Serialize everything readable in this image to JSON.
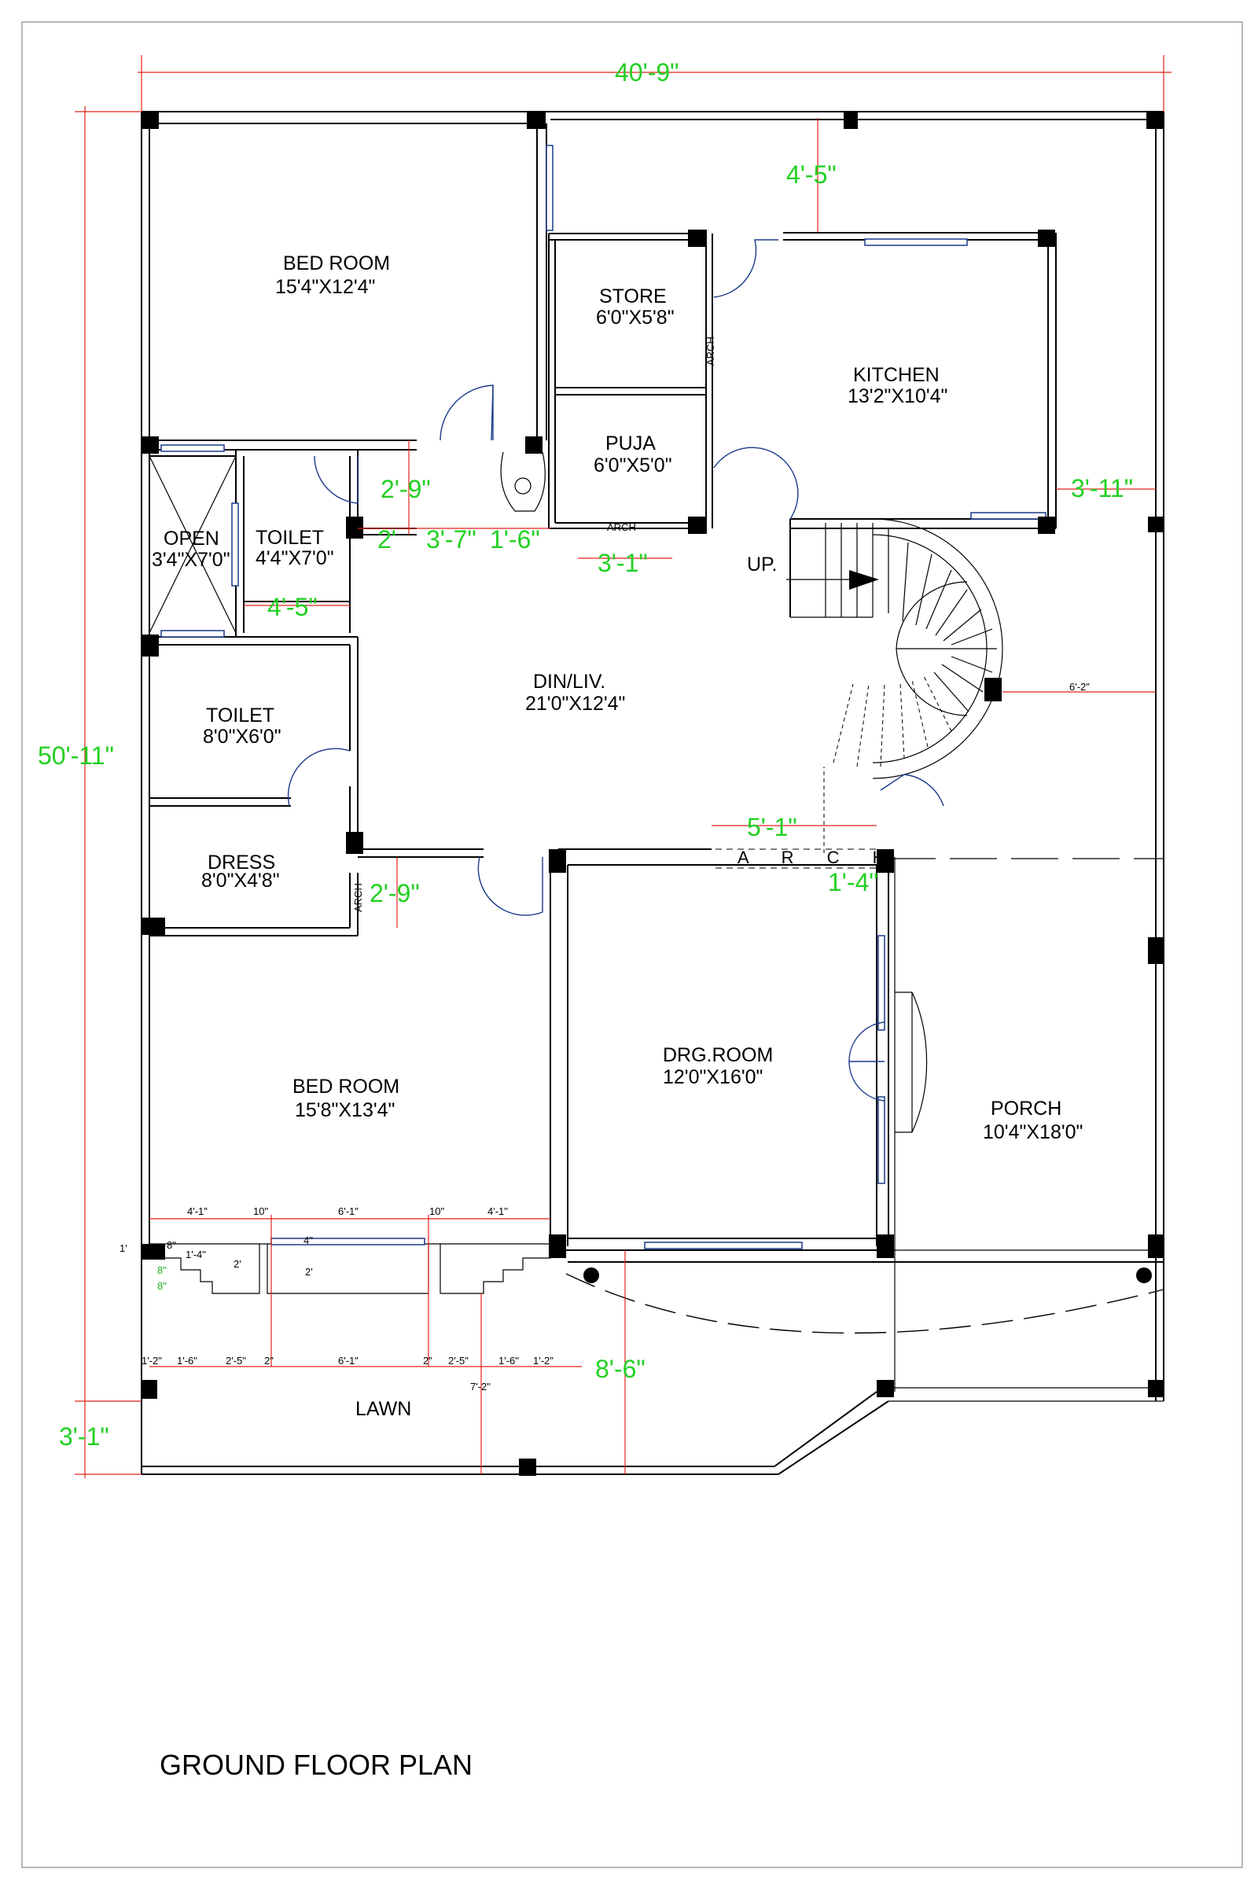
{
  "title": "GROUND FLOOR PLAN",
  "rooms": {
    "bed_room_top": {
      "name": "BED ROOM",
      "size": "15'4\"X12'4\""
    },
    "store": {
      "name": "STORE",
      "size": "6'0\"X5'8\""
    },
    "kitchen": {
      "name": "KITCHEN",
      "size": "13'2\"X10'4\""
    },
    "puja": {
      "name": "PUJA",
      "size": "6'0\"X5'0\""
    },
    "open": {
      "name": "OPEN",
      "size": "3'4\"X7'0\""
    },
    "toilet_small": {
      "name": "TOILET",
      "size": "4'4\"X7'0\""
    },
    "din_liv": {
      "name": "DIN/LIV.",
      "size": "21'0\"X12'4\""
    },
    "toilet_large": {
      "name": "TOILET",
      "size": "8'0\"X6'0\""
    },
    "dress": {
      "name": "DRESS",
      "size": "8'0\"X4'8\""
    },
    "bed_room_bottom": {
      "name": "BED ROOM",
      "size": "15'8\"X13'4\""
    },
    "drg_room": {
      "name": "DRG.ROOM",
      "size": "12'0\"X16'0\""
    },
    "porch": {
      "name": "PORCH",
      "size": "10'4\"X18'0\""
    },
    "lawn": {
      "name": "LAWN"
    }
  },
  "labels": {
    "up": "UP.",
    "arch": "ARCH",
    "arch_spaced": "A R C H"
  },
  "dimensions_major": {
    "overall_width": "40'-9\"",
    "overall_depth": "50'-11\"",
    "front_setback": "3'-1\"",
    "kitchen_setback": "4'-5\"",
    "kitchen_side": "3'-11\"",
    "door_2_9_top": "2'-9\"",
    "two": "2'",
    "three_7": "3'-7\"",
    "one_6": "1'-6\"",
    "three_1": "3'-1\"",
    "four_5": "4'-5\"",
    "five_1": "5'-1\"",
    "one_4": "1'-4\"",
    "door_2_9_bottom": "2'-9\"",
    "eight_6": "8'-6\""
  },
  "dimensions_minor": {
    "stair_side": "6'-2\"",
    "top_row": [
      "4'-1\"",
      "10\"",
      "6'-1\"",
      "10\"",
      "4'-1\""
    ],
    "bottom_row": [
      "1'-2\"",
      "1'-6\"",
      "2'-5\"",
      "2\"",
      "6'-1\"",
      "2\"",
      "2'-5\"",
      "1'-6\"",
      "1'-2\""
    ],
    "step_a": "1'",
    "step_b": "8\"",
    "step_c": "1'-4\"",
    "step_d": "2'",
    "step_e": "4\"",
    "step_f": "2'",
    "green_a": "8\"",
    "green_b": "8\"",
    "lawn_depth": "7'-2\""
  }
}
